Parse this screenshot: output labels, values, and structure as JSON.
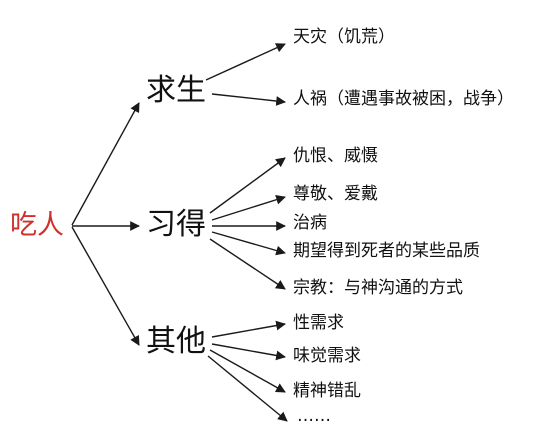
{
  "root": {
    "label": "吃人",
    "color": "#d0312d"
  },
  "categories": [
    {
      "label": "求生",
      "items": [
        "天灾（饥荒）",
        "人祸（遭遇事故被困，战争）"
      ]
    },
    {
      "label": "习得",
      "items": [
        "仇恨、威慑",
        "尊敬、爱戴",
        "治病",
        "期望得到死者的某些品质",
        "宗教：与神沟通的方式"
      ]
    },
    {
      "label": "其他",
      "items": [
        "性需求",
        "味觉需求",
        "精神错乱",
        "……"
      ]
    }
  ]
}
